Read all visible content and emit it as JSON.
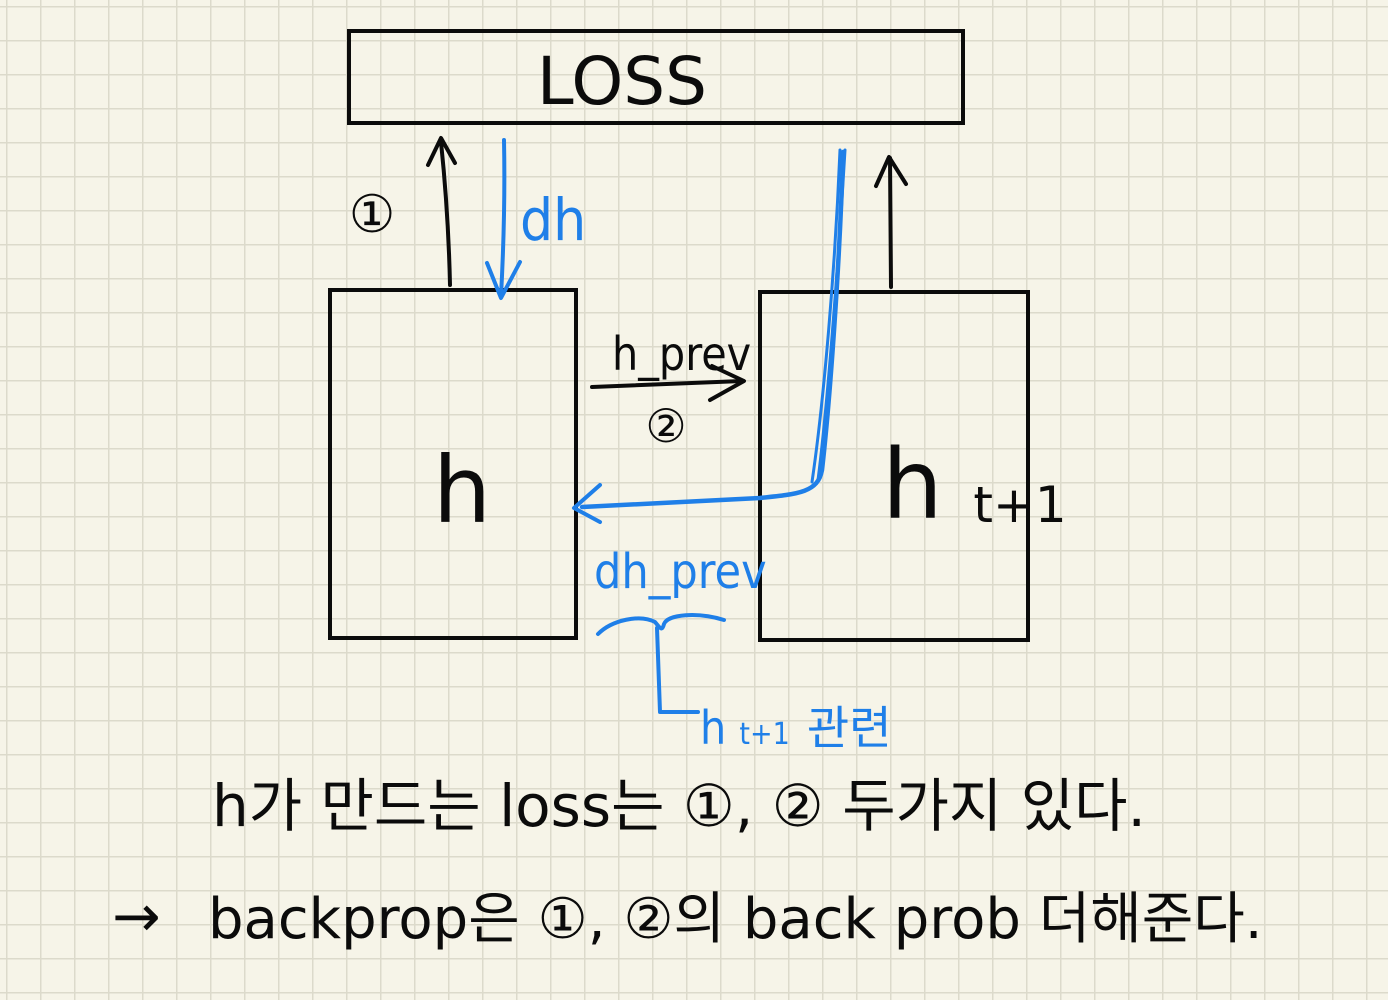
{
  "diagram": {
    "loss_label": "LOSS",
    "grad_dh_label": "dh",
    "forward_step_1": "①",
    "h_box_label": "h",
    "h_prev_label": "h_prev",
    "forward_step_2": "②",
    "next_box_label": "h",
    "next_box_subscript": "t+1",
    "dh_prev_label": "dh_prev",
    "relation_note": "h",
    "relation_note_subscript": "t+1",
    "relation_note_suffix": "관련"
  },
  "notes": {
    "line1": "h가  만드는  loss는  ①, ②  두가지  있다.",
    "line2_arrow": "→",
    "line2": "backprop은   ①, ②의  back prob  더해준다."
  },
  "colors": {
    "ink": "#0b0b0b",
    "blue": "#1f7fe8",
    "paper": "#f6f4e8",
    "grid": "#dcdacb"
  }
}
